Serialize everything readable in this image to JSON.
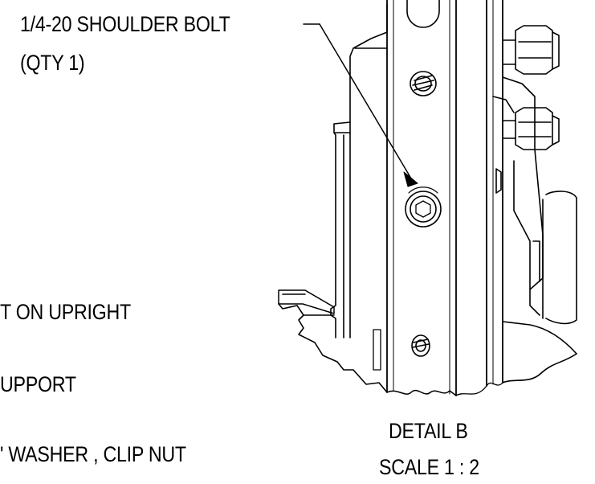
{
  "callout": {
    "line1": "1/4-20 SHOULDER BOLT",
    "line2": "(QTY 1)"
  },
  "partial_labels": [
    "T ON UPRIGHT",
    "UPPORT",
    "' WASHER , CLIP NUT"
  ],
  "detail": {
    "title": "DETAIL B",
    "scale": "SCALE 1 : 2"
  },
  "colors": {
    "line": "#000000",
    "background": "#ffffff"
  }
}
